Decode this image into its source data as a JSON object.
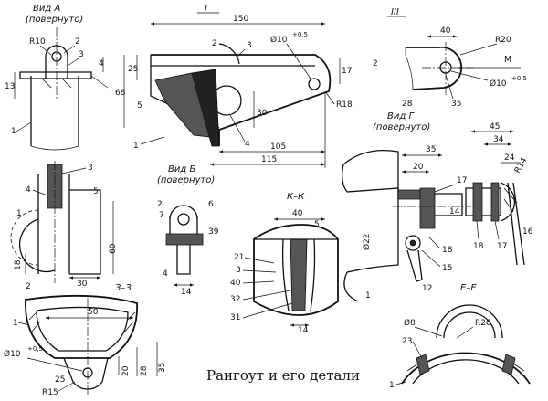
{
  "caption": "Рангоут и его детали",
  "views": {
    "vid_a": {
      "title": "Вид А",
      "subtitle": "(повернуто)",
      "r10": "R10",
      "n2": "2",
      "n3": "3",
      "n4": "4",
      "d13": "13",
      "n1": "1"
    },
    "main_i": {
      "title": "I",
      "d150": "150",
      "n2": "2",
      "n3": "3",
      "dia": "Ø10",
      "tol": "+0,5",
      "d17": "17",
      "d25": "25",
      "d68": "68",
      "d5": "5",
      "d30": "30",
      "r18": "R18",
      "n1": "1",
      "n4": "4",
      "d105": "105",
      "d115": "115"
    },
    "vid_b": {
      "title": "Вид Б",
      "subtitle": "(повернуто)"
    },
    "iii": {
      "title": "III",
      "d40": "40",
      "r20": "R20",
      "d2": "2",
      "m": "М",
      "dia": "Ø10",
      "tol": "+0,5",
      "n28": "28",
      "n35": "35"
    },
    "vid_g": {
      "title": "Вид Г",
      "subtitle": "(повернуто)",
      "d45": "45",
      "d34": "34",
      "r14": "R14",
      "d24": "24",
      "n18": "18",
      "n17": "17",
      "n16": "16"
    },
    "mast": {
      "d35": "35",
      "d20": "20",
      "n17": "17",
      "n14": "14",
      "dia22": "Ø22",
      "n18": "18",
      "n15": "15",
      "n12": "12",
      "n1": "1"
    },
    "side": {
      "n3": "3",
      "n4": "4",
      "n5": "5",
      "n1": "1",
      "d60": "60",
      "d18": "18",
      "n2": "2",
      "d30": "30"
    },
    "small": {
      "n2": "2",
      "n6": "6",
      "n7": "7",
      "n39": "39",
      "n4": "4",
      "d14": "14"
    },
    "kk": {
      "title": "К–К",
      "d40": "40",
      "d5": "5",
      "n21": "21",
      "n3": "3",
      "n40": "40",
      "n32": "32",
      "n31": "31",
      "d14": "14"
    },
    "s33": {
      "title": "З–З",
      "d50": "50",
      "n1": "1",
      "dia": "Ø10",
      "tol": "+0,5",
      "n25": "25",
      "r15": "R15",
      "d20": "20",
      "d28": "28",
      "d35": "35"
    },
    "ee": {
      "title": "Е–Е",
      "dia8": "Ø8",
      "r20": "R20",
      "n23": "23",
      "n1": "1"
    }
  }
}
